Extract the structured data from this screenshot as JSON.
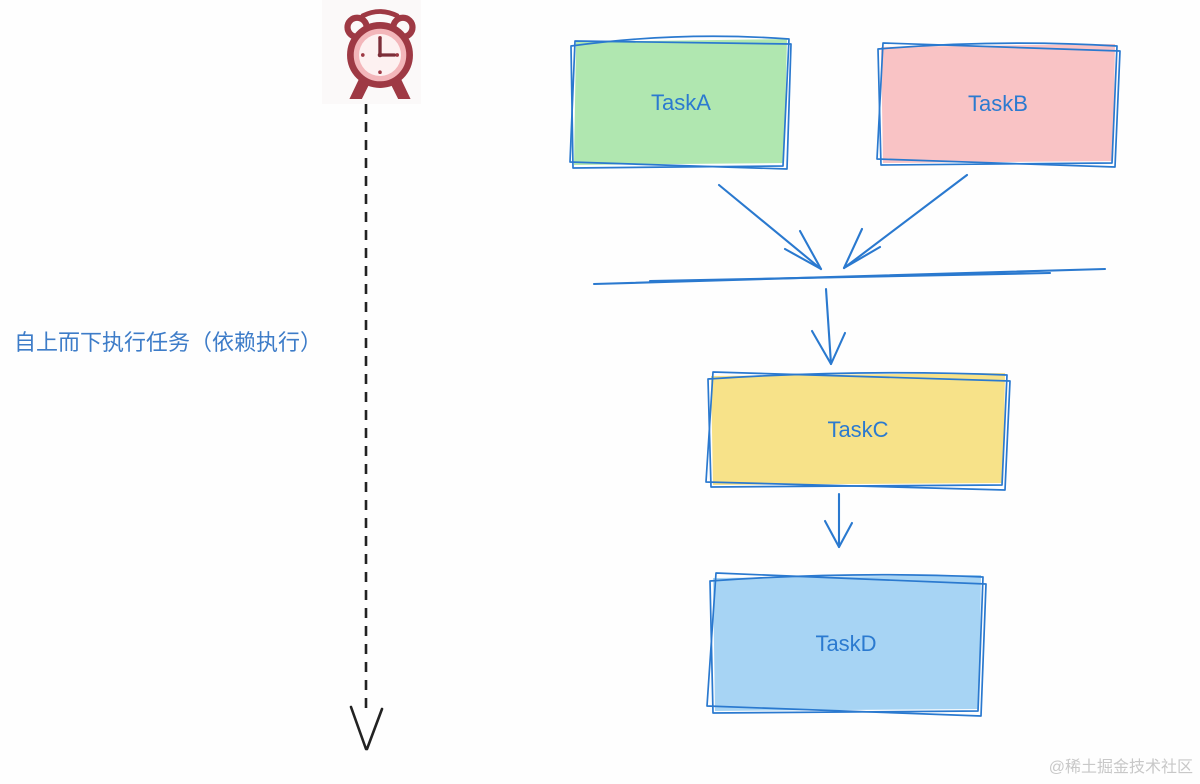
{
  "page": {
    "background": "#fefefe"
  },
  "timeline": {
    "label": "自上而下执行任务（依赖执行）",
    "icon": "alarm-clock-icon",
    "text_color": "#3d7cc8",
    "line_color": "#222222",
    "clock_colors": {
      "outline": "#9e3944",
      "fill": "#f3b6ba",
      "face": "#fdf1f1",
      "hands": "#7d2e39"
    }
  },
  "diagram": {
    "stroke_color": "#2a79cf",
    "label_color": "#2b7ad0",
    "nodes": [
      {
        "id": "TaskA",
        "label": "TaskA",
        "fill": "#b0e7b0"
      },
      {
        "id": "TaskB",
        "label": "TaskB",
        "fill": "#f9c3c5"
      },
      {
        "id": "TaskC",
        "label": "TaskC",
        "fill": "#f7e289"
      },
      {
        "id": "TaskD",
        "label": "TaskD",
        "fill": "#a7d4f4"
      }
    ],
    "edges": [
      {
        "from": "TaskA",
        "to": "merge-bar"
      },
      {
        "from": "TaskB",
        "to": "merge-bar"
      },
      {
        "from": "merge-bar",
        "to": "TaskC"
      },
      {
        "from": "TaskC",
        "to": "TaskD"
      }
    ]
  },
  "watermark": {
    "text": "@稀土掘金技术社区",
    "color": "#c8c8c8"
  }
}
